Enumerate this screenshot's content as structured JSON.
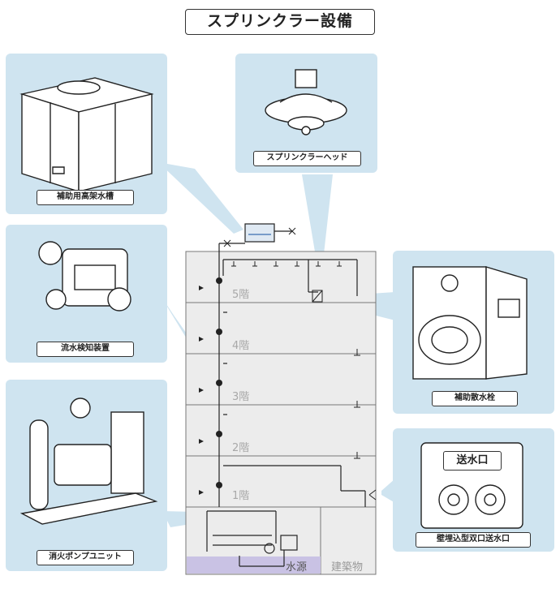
{
  "title": "スプリンクラー設備",
  "components": {
    "tank": "補助用高架水槽",
    "sprinkler_head": "スプリンクラーヘッド",
    "flow_detector": "流水検知装置",
    "pump_unit": "消火ポンプユニット",
    "hydrant": "補助散水栓",
    "siamese": "壁埋込型双口送水口"
  },
  "siamese_sign": "送水口",
  "floors": [
    "5階",
    "4階",
    "3階",
    "2階",
    "1階"
  ],
  "water_source": "水源",
  "building": "建築物",
  "colors": {
    "panel": "#cfe4f0",
    "building": "#ececec",
    "water": "#c9c2e4",
    "pipe": "#222222"
  }
}
